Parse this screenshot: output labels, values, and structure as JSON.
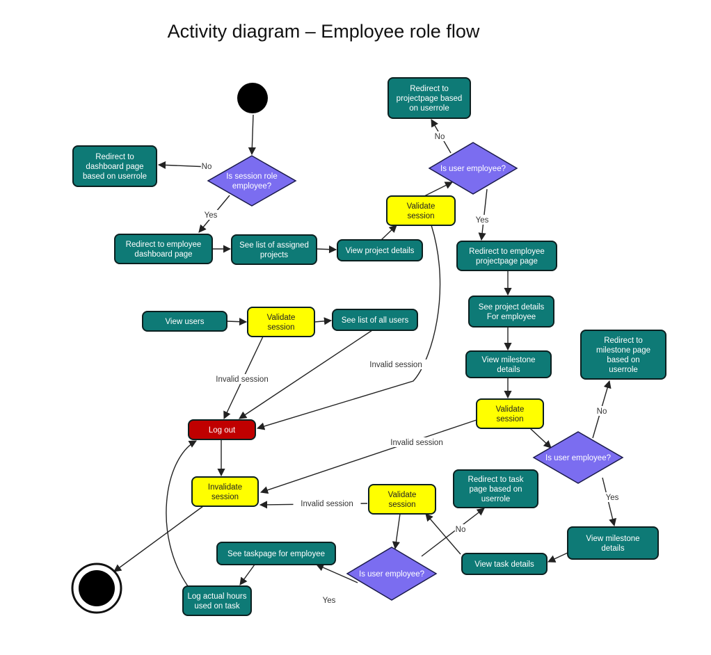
{
  "title": "Activity diagram – Employee role flow",
  "colors": {
    "action": "#0e7a76",
    "validate": "#ffff00",
    "decision": "#7b6df0",
    "logout": "#c00000",
    "edge": "#222222"
  },
  "nodes": {
    "n_redirect_dash": [
      "Redirect to",
      "dashboard page",
      "based on userrole"
    ],
    "n_redirect_emp_dash": [
      "Redirect to employee",
      "dashboard page"
    ],
    "n_assigned": [
      "See list of assigned",
      "projects"
    ],
    "n_project_details": [
      "View project details"
    ],
    "n_validate1": [
      "Validate",
      "session"
    ],
    "n_redirect_projectpage": [
      "Redirect to",
      "projectpage based",
      "on userrole"
    ],
    "n_dec_project": [
      "Is user employee?"
    ],
    "n_emp_projectpage": [
      "Redirect to employee",
      "projectpage page"
    ],
    "n_see_project_details": [
      "See project details",
      "For employee"
    ],
    "n_view_milestone": [
      "View milestone",
      "details"
    ],
    "n_validate3": [
      "Validate",
      "session"
    ],
    "n_redirect_milestone": [
      "Redirect to",
      "milestone page",
      "based on",
      "userrole"
    ],
    "n_dec_milestone": [
      "Is user employee?"
    ],
    "n_view_milestone2": [
      "View milestone",
      "details"
    ],
    "n_view_task": [
      "View task details"
    ],
    "n_redirect_task": [
      "Redirect to task",
      "page based on",
      "userrole"
    ],
    "n_validate4": [
      "Validate",
      "session"
    ],
    "n_dec_task": [
      "Is user employee?"
    ],
    "n_taskpage": [
      "See taskpage for employee"
    ],
    "n_log_hours": [
      "Log actual hours",
      "used on task"
    ],
    "n_view_users": [
      "View users"
    ],
    "n_validate2": [
      "Validate",
      "session"
    ],
    "n_all_users": [
      "See list of all users"
    ],
    "n_logout": [
      "Log out"
    ],
    "n_invalidate": [
      "Invalidate",
      "session"
    ],
    "n_dec_session": [
      "Is session role",
      "employee?"
    ]
  },
  "edge_labels": {
    "no": "No",
    "yes": "Yes",
    "invalid": "Invalid session"
  }
}
